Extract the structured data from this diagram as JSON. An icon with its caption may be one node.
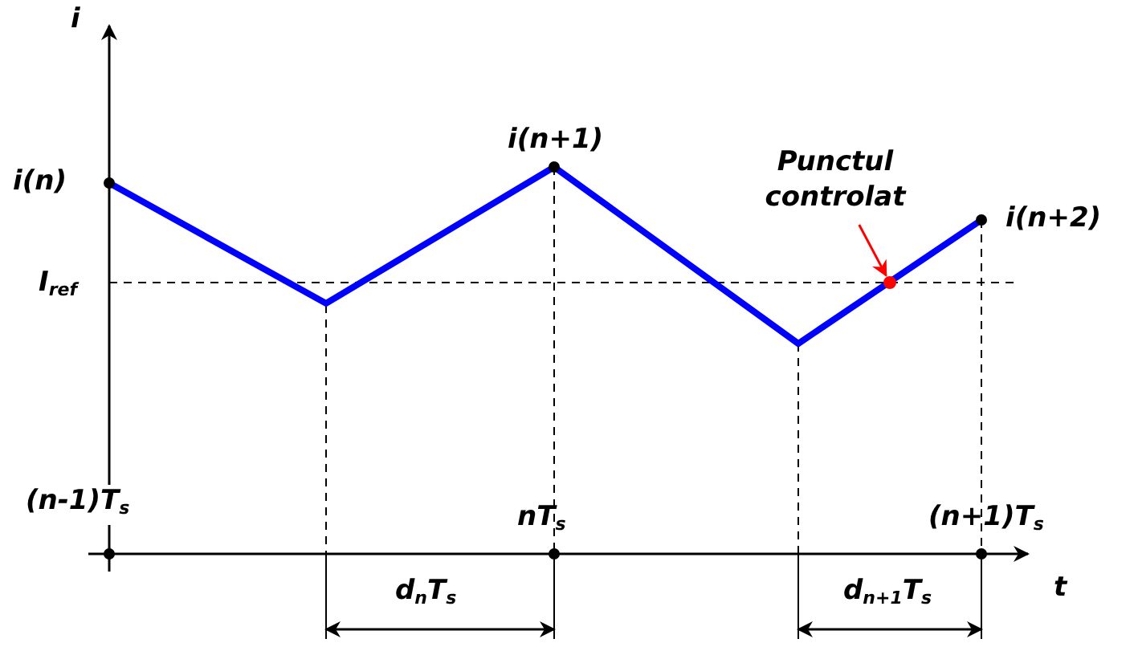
{
  "diagram": {
    "nodes": [
      {
        "text": [
          "Punctul controlat"
        ]
      },
      {
        "text": [],
        "shape": "circle"
      }
    ],
    "edges": [
      {
        "from": 0,
        "to": 1,
        "arrow": "to"
      }
    ],
    "labels": [
      "i",
      "i(n)",
      "i(n+1)",
      "I$_{ref}$",
      "i(n+2)",
      "(n-1)T$_{s}$",
      "nT$_{s}$",
      "(n+1)T$_{s}$",
      "t",
      "d$_{n}$T$_{s}$",
      "d$_{n+1}$T$_{s}$"
    ]
  }
}
